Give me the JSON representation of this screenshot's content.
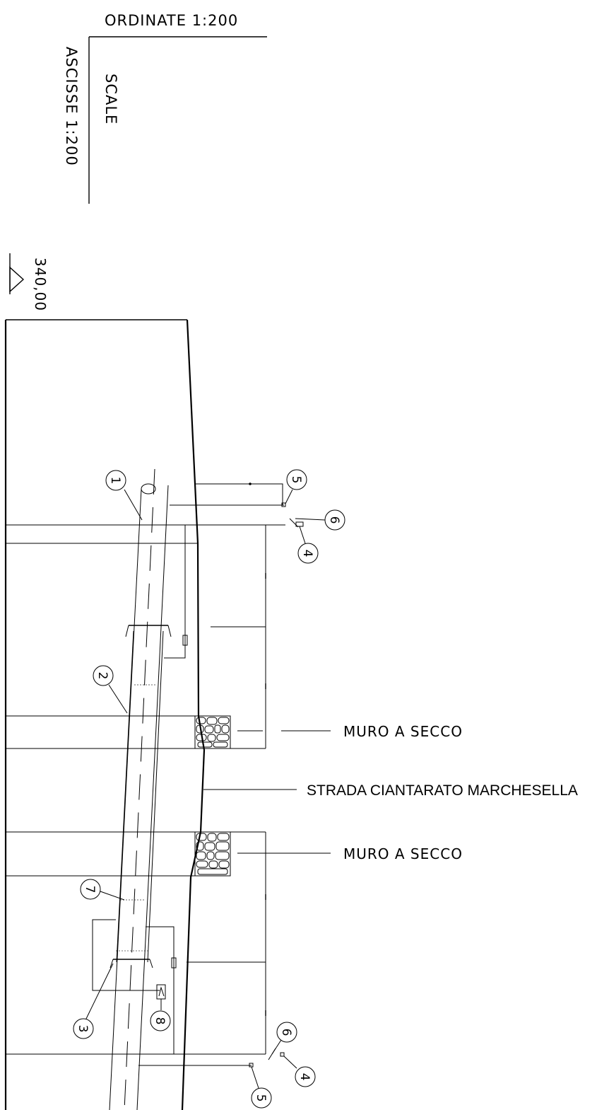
{
  "scale_block": {
    "ordinate": "ORDINATE  1:200",
    "scale_word": "SCALE",
    "abscissa": "ASCISSE  1:200"
  },
  "elevation": "340,00",
  "labels": {
    "muro_top": "MURO  A  SECCO",
    "road": "STRADA CIANTARATO MARCHESELLA",
    "muro_bottom": "MURO  A  SECCO"
  },
  "callouts": [
    {
      "id": "c1",
      "num": "1"
    },
    {
      "id": "c2",
      "num": "2"
    },
    {
      "id": "c3",
      "num": "3"
    },
    {
      "id": "c4a",
      "num": "4"
    },
    {
      "id": "c4b",
      "num": "4"
    },
    {
      "id": "c5a",
      "num": "5"
    },
    {
      "id": "c5b",
      "num": "5"
    },
    {
      "id": "c6a",
      "num": "6"
    },
    {
      "id": "c6b",
      "num": "6"
    },
    {
      "id": "c7",
      "num": "7"
    },
    {
      "id": "c8",
      "num": "8"
    }
  ],
  "colors": {
    "line": "#000000",
    "background": "#ffffff"
  }
}
